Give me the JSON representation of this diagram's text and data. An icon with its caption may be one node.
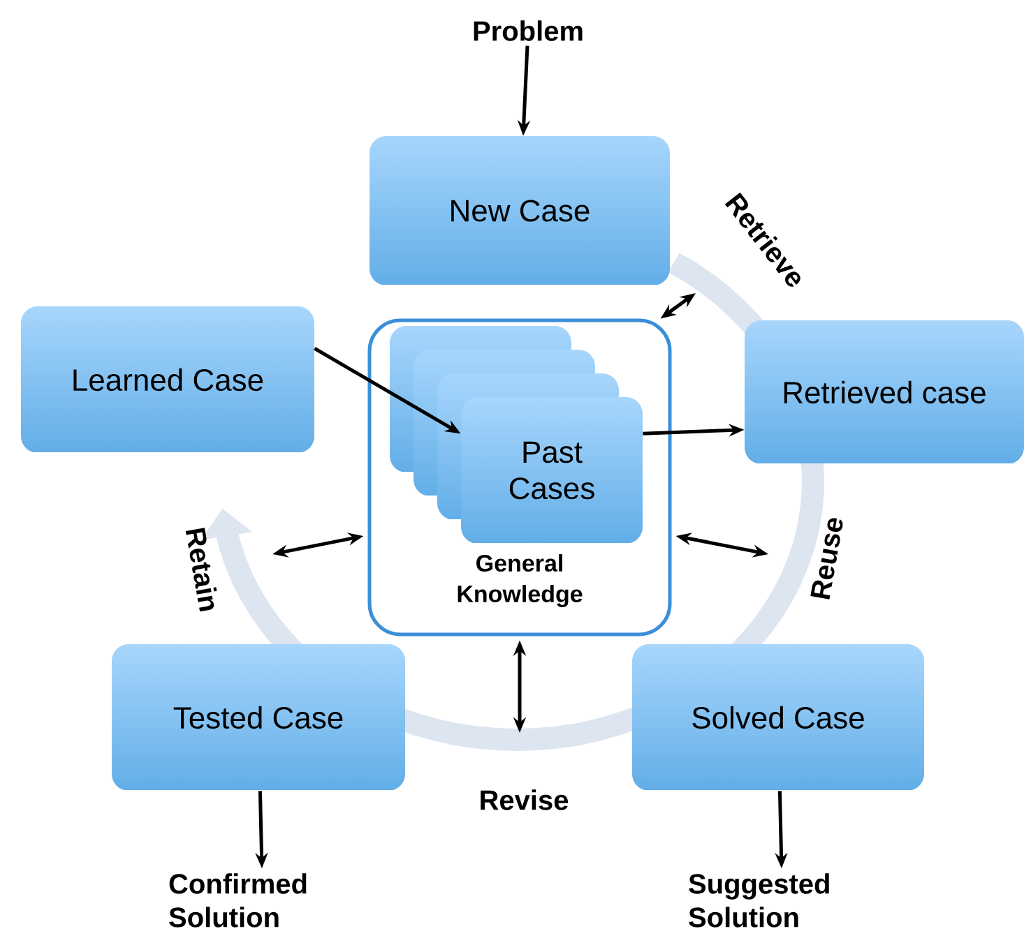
{
  "diagram": {
    "nodes": [
      {
        "text": [
          "Problem"
        ]
      },
      {
        "text": [
          "New Case"
        ]
      },
      {
        "text": [
          "Learned Case"
        ]
      },
      {
        "text": [
          "General Knowledge"
        ]
      },
      {
        "text": [
          "Past Cases"
        ],
        "in": 3
      },
      {
        "text": [
          "Retrieved case"
        ]
      },
      {
        "text": [
          "Tested Case"
        ]
      },
      {
        "text": [
          "Solved Case"
        ]
      },
      {
        "text": [
          "Confirmed Solution"
        ]
      },
      {
        "text": [
          "Suggested Solution"
        ]
      }
    ],
    "edges": [
      {
        "from": 0,
        "to": 1,
        "arrow": "to"
      },
      {
        "from": 3,
        "to": null,
        "arrow": "both"
      },
      {
        "from": 2,
        "to": 4,
        "arrow": "to"
      },
      {
        "from": 4,
        "to": 5,
        "arrow": "to"
      },
      {
        "from": 3,
        "to": null,
        "arrow": "both"
      },
      {
        "from": null,
        "to": 3,
        "arrow": "both"
      },
      {
        "from": 3,
        "to": null,
        "arrow": "both"
      },
      {
        "from": 6,
        "to": 8,
        "arrow": "to"
      },
      {
        "from": 7,
        "to": 9,
        "arrow": "to"
      }
    ],
    "labels": [
      "Retrieve",
      "Reuse",
      "Retain",
      "Revise"
    ]
  }
}
